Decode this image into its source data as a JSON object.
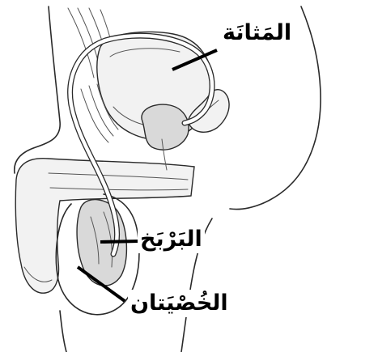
{
  "labels": {
    "bladder": "المَثانَة",
    "epididymis": "البَرْبَخ",
    "testes": "الخُصْيَتان"
  },
  "colors": {
    "line": "#2a2a2a",
    "leader": "#000000",
    "shade": "#d9d9d9"
  }
}
